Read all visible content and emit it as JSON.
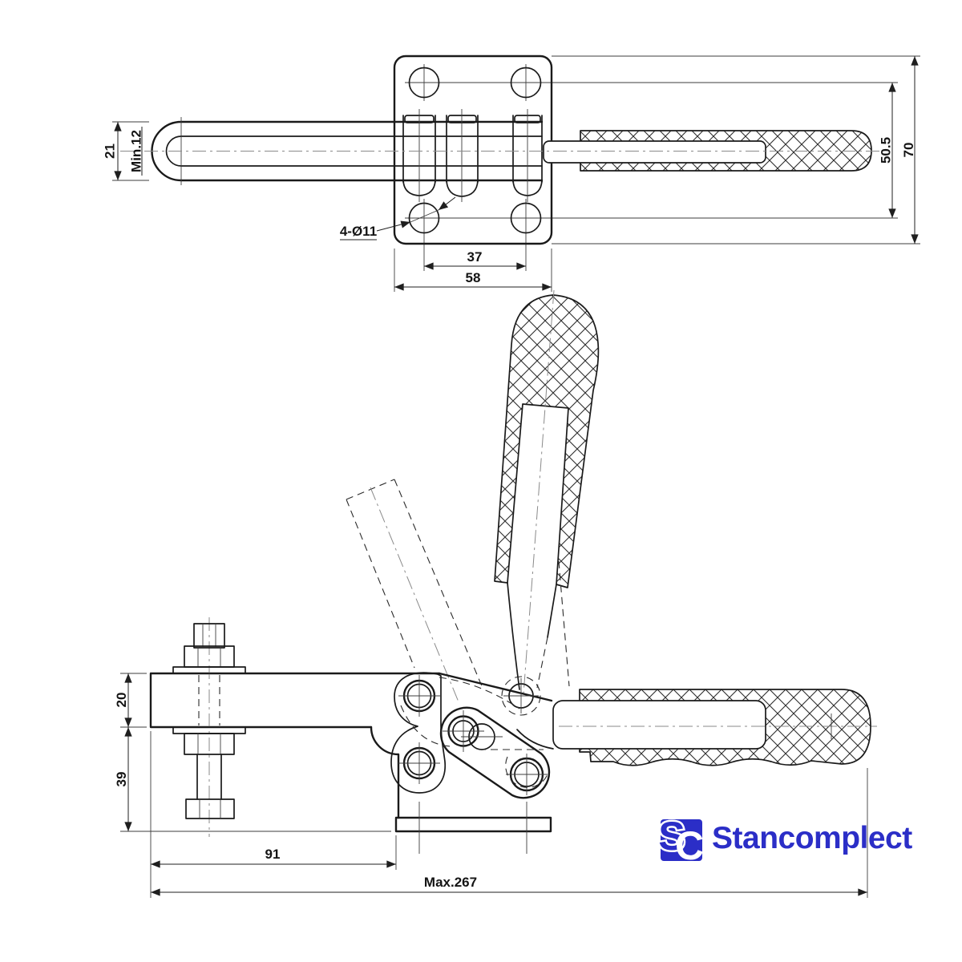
{
  "colors": {
    "line": "#1a1a1a",
    "dimension": "#1f1f1f",
    "centerline": "#8a8a8a",
    "brand_blue": "#2b2ec7"
  },
  "top_view": {
    "dims": {
      "u_bolt_width": "21",
      "u_bolt_min_opening": "Min.12",
      "mounting_holes": "4-Ø11",
      "hole_spacing_x": "37",
      "base_width": "58",
      "hole_spacing_y": "50.5",
      "base_height": "70"
    }
  },
  "side_view": {
    "dims": {
      "arm_section_height": "20",
      "base_height": "39",
      "arm_reach": "91",
      "overall_length": "Max.267"
    }
  },
  "logo": {
    "icon_letter_s": "S",
    "icon_letter_c": "C",
    "wordmark": "Stancomplect"
  }
}
